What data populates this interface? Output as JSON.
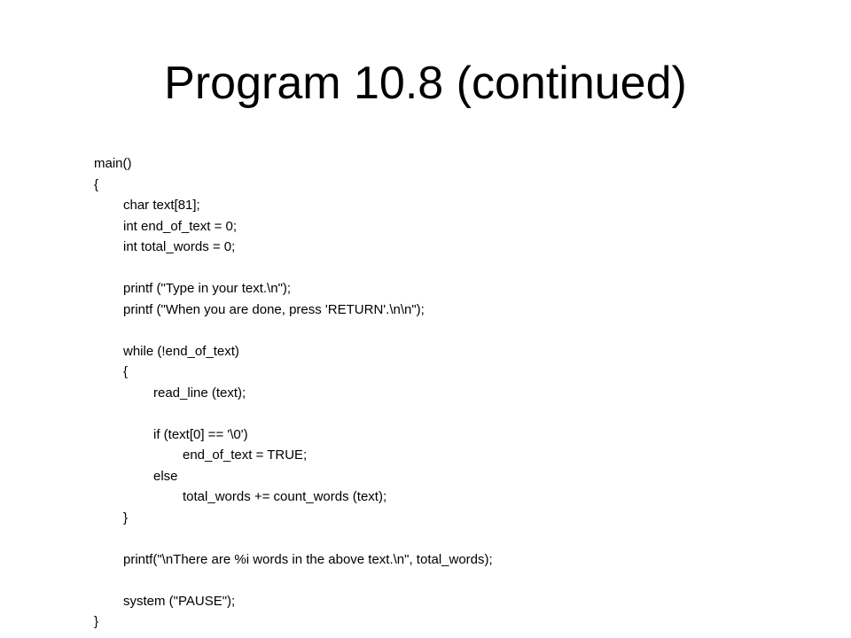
{
  "slide": {
    "title": "Program 10.8 (continued)",
    "code_lines": [
      "main()",
      "{",
      "char text[81];",
      "int end_of_text = 0;",
      "int total_words = 0;",
      "",
      "printf (\"Type in your text.\\n\");",
      "printf (\"When you are done, press 'RETURN'.\\n\\n\");",
      "",
      "while (!end_of_text)",
      "{",
      "read_line (text);",
      "",
      "if (text[0] == '\\0')",
      "end_of_text = TRUE;",
      "else",
      "total_words += count_words (text);",
      "}",
      "",
      "printf(\"\\nThere are %i words in the above text.\\n\", total_words);",
      "",
      "system (\"PAUSE\");",
      "}"
    ]
  }
}
